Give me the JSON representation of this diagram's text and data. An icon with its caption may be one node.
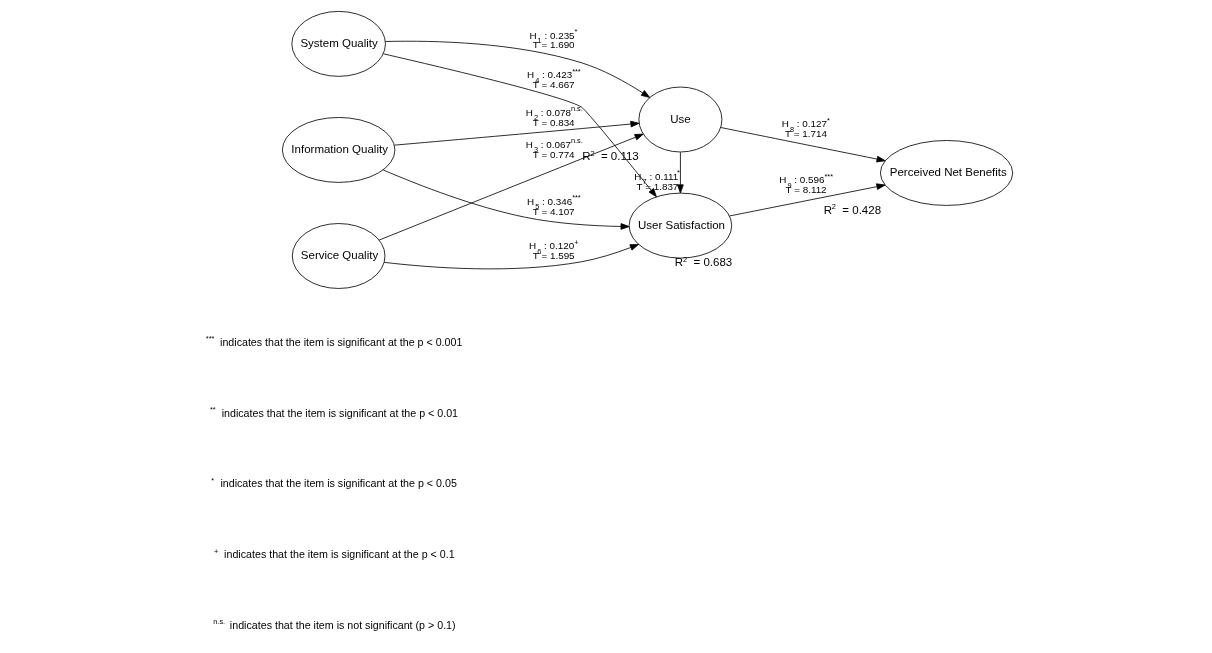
{
  "diagram": {
    "nodes": [
      {
        "text": [
          "System Quality"
        ]
      },
      {
        "text": [
          "Information Quality"
        ]
      },
      {
        "text": [
          "Service Quality"
        ]
      },
      {
        "text": [
          "Use"
        ],
        "beside": [
          "R$^{2}$ = 0.113"
        ]
      },
      {
        "text": [
          "User Satisfaction"
        ],
        "beside": [
          "R$^{2}$ = 0.683"
        ]
      },
      {
        "text": [
          "Perceived Net Benefits"
        ],
        "beside": [
          "R$^{2}$ = 0.428"
        ]
      }
    ],
    "edges": [
      {
        "from": 0,
        "to": 3,
        "arrow": "to",
        "label": "H$_{1}$ : 0.235$^{*}$ T = 1.690"
      },
      {
        "from": 0,
        "to": 4,
        "arrow": "to",
        "label": "H$_{4}$ : 0.423$^{***}$ T = 4.667"
      },
      {
        "from": 1,
        "to": 3,
        "arrow": "to",
        "label": "H$_{2}$ : 0.078$^{n.s.}$ T = 0.834"
      },
      {
        "from": 1,
        "to": 4,
        "arrow": "to",
        "label": "H$_{5}$ : 0.346$^{***}$ T = 4.107"
      },
      {
        "from": 2,
        "to": 3,
        "arrow": "to",
        "label": "H$_{3}$ : 0.067$^{n.s.}$ T = 0.774"
      },
      {
        "from": 2,
        "to": 4,
        "arrow": "to",
        "label": "H$_{6}$ : 0.120$^{+}$ T = 1.595"
      },
      {
        "from": 3,
        "to": 4,
        "arrow": "to",
        "label": "H$_{7}$ : 0.111$^{*}$ T = 1.837"
      },
      {
        "from": 3,
        "to": 5,
        "arrow": "to",
        "label": "H$_{8}$ : 0.127$^{*}$ T = 1.714"
      },
      {
        "from": 4,
        "to": 5,
        "arrow": "to",
        "label": "H$_{9}$ : 0.596$^{***}$ T = 8.112"
      }
    ],
    "labels": [
      "$^{***}$ indicates that the item is significant at the p < 0.001",
      "$^{**}$ indicates that the item is significant at the p < 0.01",
      "$^{*}$ indicates that the item is significant at the p < 0.05",
      "$^{+}$ indicates that the item is significant at the p < 0.1",
      "$^{n.s.}$ indicates that the item is not significant (p > 0.1)"
    ]
  }
}
